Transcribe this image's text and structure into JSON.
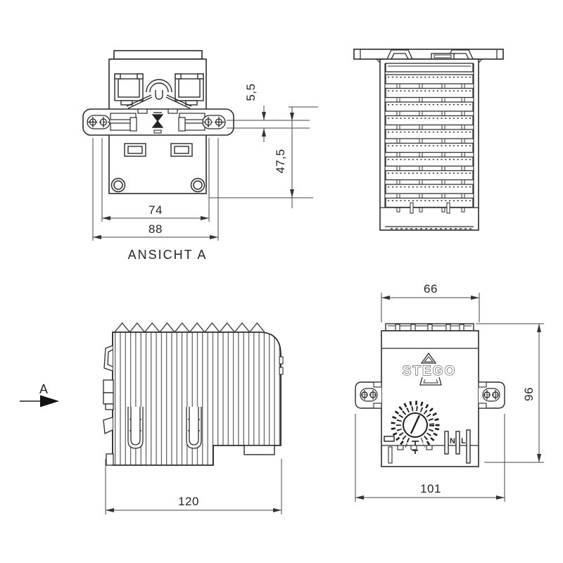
{
  "views": {
    "ansicht_a": {
      "label": "ANSICHT A",
      "dims": {
        "inner_width": "74",
        "outer_width": "88",
        "tab_height": "5,5",
        "lower_height": "47,5"
      }
    },
    "side": {
      "arrow_label": "A",
      "dims": {
        "depth": "120"
      }
    },
    "front": {
      "brand": "STEGO",
      "terminals": {
        "neutral": "N",
        "line": "L"
      },
      "dims": {
        "width": "66",
        "height": "96",
        "total_width": "101"
      }
    }
  },
  "colors": {
    "line": "#2b2b2b",
    "dim_line": "#444444",
    "background": "#ffffff"
  }
}
